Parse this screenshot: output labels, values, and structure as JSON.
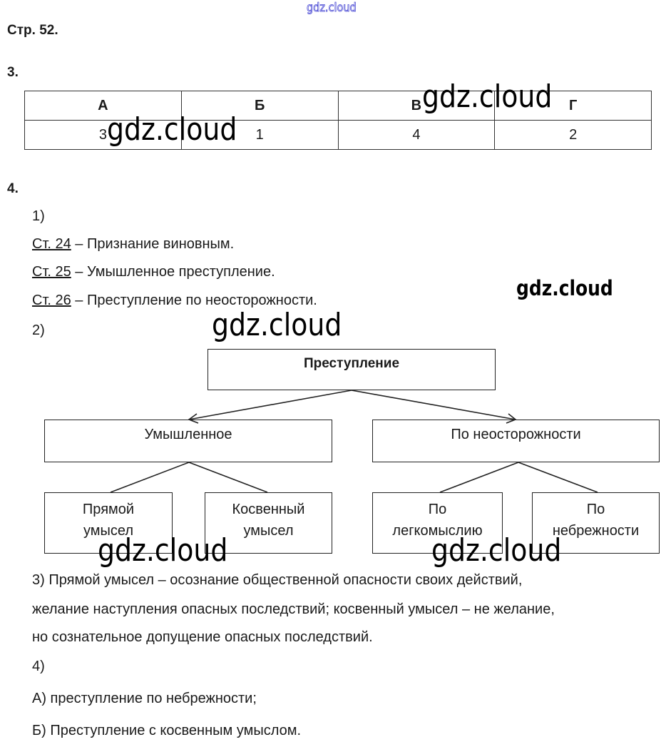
{
  "watermark": "gdz.cloud",
  "page_label": "Стр. 52.",
  "task3": {
    "number": "3.",
    "headers": [
      "А",
      "Б",
      "В",
      "Г"
    ],
    "values": [
      "3",
      "1",
      "4",
      "2"
    ]
  },
  "task4": {
    "number": "4.",
    "part1": {
      "label": "1)",
      "items": [
        {
          "ref": "Ст. 24",
          "text": " – Признание виновным."
        },
        {
          "ref": "Ст. 25",
          "text": " – Умышленное преступление."
        },
        {
          "ref": "Ст. 26",
          "text": " – Преступление по неосторожности."
        }
      ]
    },
    "part2": {
      "label": "2)",
      "root": "Преступление",
      "left": {
        "title": "Умышленное",
        "children": [
          [
            "Прямой",
            "умысел"
          ],
          [
            "Косвенный",
            "умысел"
          ]
        ]
      },
      "right": {
        "title": "По неосторожности",
        "children": [
          [
            "По",
            "легкомыслию"
          ],
          [
            "По",
            "небрежности"
          ]
        ]
      }
    },
    "part3": {
      "lines": [
        "3) Прямой умысел – осознание общественной опасности своих действий,",
        "желание наступления опасных последствий; косвенный умысел – не желание,",
        "но сознательное допущение опасных последствий."
      ]
    },
    "part4": {
      "label": "4)",
      "answers": [
        "А) преступление по небрежности;",
        "Б) Преступление с косвенным умыслом."
      ]
    }
  }
}
